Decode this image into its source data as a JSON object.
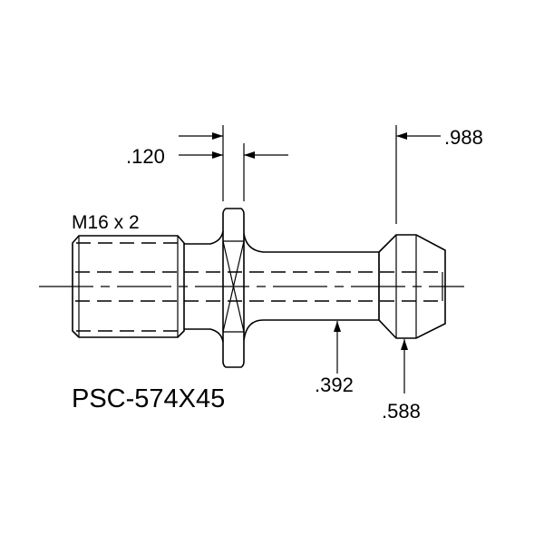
{
  "part_number": "PSC-574X45",
  "thread_label": "M16 x 2",
  "dimensions": {
    "flange_width": ".120",
    "overall_length": ".988",
    "shank_diameter": ".392",
    "head_diameter": ".588"
  }
}
